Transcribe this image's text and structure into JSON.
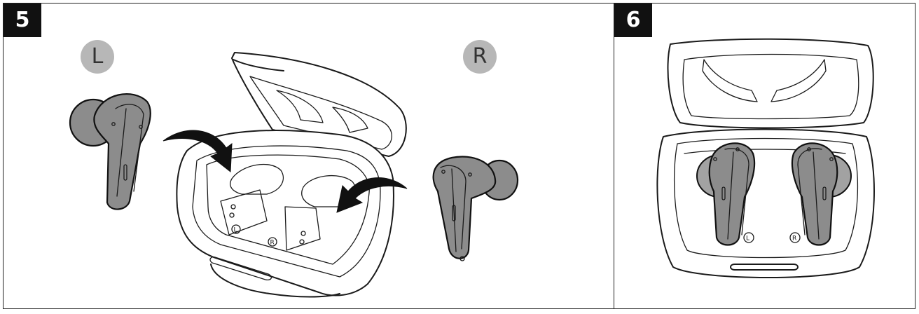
{
  "steps": {
    "step5": {
      "number": "5",
      "left_label": "L",
      "right_label": "R"
    },
    "step6": {
      "number": "6"
    }
  },
  "case_markings": {
    "left": "L",
    "right": "R"
  },
  "colors": {
    "badge_bg": "#111111",
    "side_badge_bg": "#b7b7b7",
    "earbud": "#8c8c8c",
    "outline": "#1a1a1a"
  },
  "icons": [
    "curved-arrow-icon",
    "earbud-left-icon",
    "earbud-right-icon",
    "charging-case-icon"
  ]
}
